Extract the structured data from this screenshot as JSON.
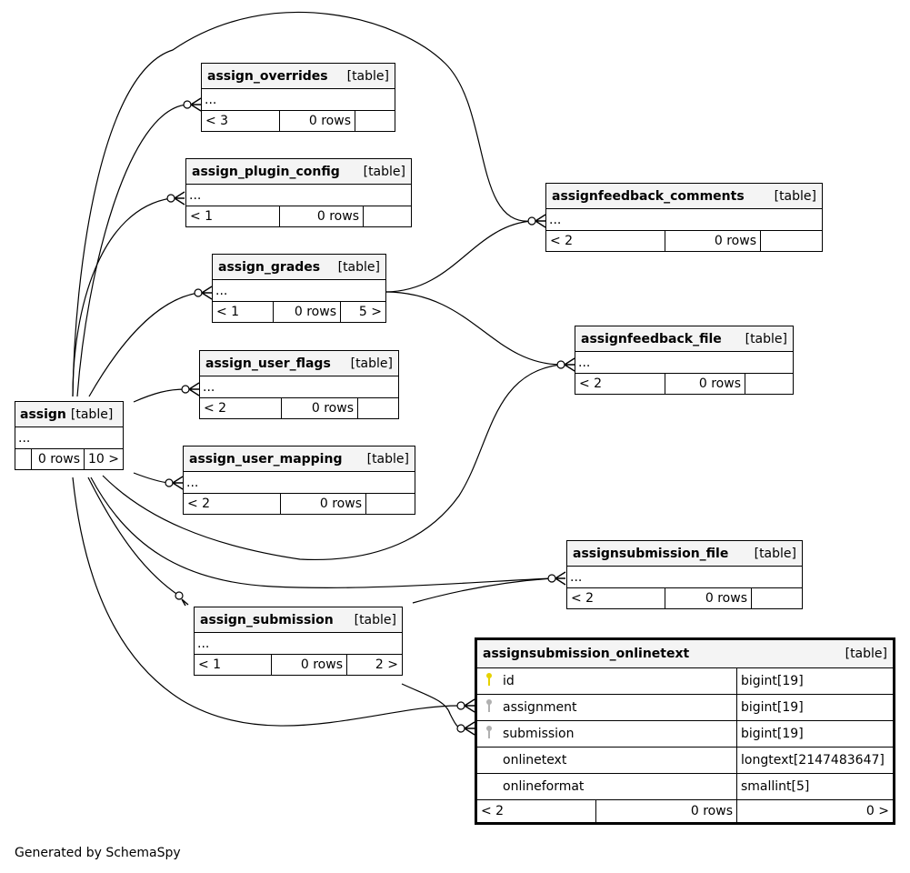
{
  "kind_label": "[table]",
  "ellipsis": "...",
  "tables": {
    "assign": {
      "name": "assign",
      "kind": "[table]",
      "parents": "",
      "rows": "0 rows",
      "children": "10 >"
    },
    "assign_overrides": {
      "name": "assign_overrides",
      "kind": "[table]",
      "parents": "< 3",
      "rows": "0 rows",
      "children": ""
    },
    "assign_plugin_config": {
      "name": "assign_plugin_config",
      "kind": "[table]",
      "parents": "< 1",
      "rows": "0 rows",
      "children": ""
    },
    "assign_grades": {
      "name": "assign_grades",
      "kind": "[table]",
      "parents": "< 1",
      "rows": "0 rows",
      "children": "5 >"
    },
    "assign_user_flags": {
      "name": "assign_user_flags",
      "kind": "[table]",
      "parents": "< 2",
      "rows": "0 rows",
      "children": ""
    },
    "assign_user_mapping": {
      "name": "assign_user_mapping",
      "kind": "[table]",
      "parents": "< 2",
      "rows": "0 rows",
      "children": ""
    },
    "assign_submission": {
      "name": "assign_submission",
      "kind": "[table]",
      "parents": "< 1",
      "rows": "0 rows",
      "children": "2 >"
    },
    "assignfeedback_comments": {
      "name": "assignfeedback_comments",
      "kind": "[table]",
      "parents": "< 2",
      "rows": "0 rows",
      "children": ""
    },
    "assignfeedback_file": {
      "name": "assignfeedback_file",
      "kind": "[table]",
      "parents": "< 2",
      "rows": "0 rows",
      "children": ""
    },
    "assignsubmission_file": {
      "name": "assignsubmission_file",
      "kind": "[table]",
      "parents": "< 2",
      "rows": "0 rows",
      "children": ""
    },
    "assignsubmission_onlinetext": {
      "name": "assignsubmission_onlinetext",
      "kind": "[table]",
      "parents": "< 2",
      "rows": "0 rows",
      "children": "0 >",
      "columns": [
        {
          "name": "id",
          "type": "bigint[19]",
          "key": "primary"
        },
        {
          "name": "assignment",
          "type": "bigint[19]",
          "key": "foreign"
        },
        {
          "name": "submission",
          "type": "bigint[19]",
          "key": "foreign"
        },
        {
          "name": "onlinetext",
          "type": "longtext[2147483647]",
          "key": "none"
        },
        {
          "name": "onlineformat",
          "type": "smallint[5]",
          "key": "none"
        }
      ]
    }
  },
  "colors": {
    "primary_key": "#e6d200",
    "foreign_key": "#b0b0b0",
    "header_bg": "#f4f4f4"
  },
  "footer": "Generated by SchemaSpy"
}
